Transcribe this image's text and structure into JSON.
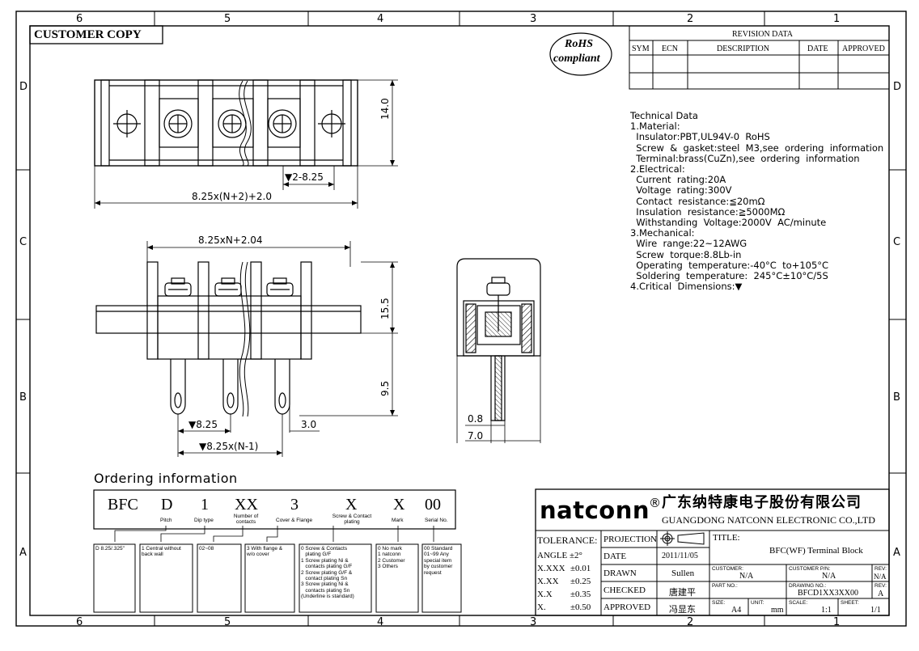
{
  "frame": {
    "zones_top": [
      "6",
      "5",
      "4",
      "3",
      "2",
      "1"
    ],
    "zones_bottom": [
      "6",
      "5",
      "4",
      "3",
      "2",
      "1"
    ],
    "rows_left": [
      "D",
      "C",
      "B",
      "A"
    ],
    "rows_right": [
      "D",
      "C",
      "B",
      "A"
    ]
  },
  "badge": {
    "customer_copy": "CUSTOMER COPY",
    "rohs_line1": "RoHS",
    "rohs_line2": "compliant"
  },
  "revision": {
    "title": "REVISION DATA",
    "headers": [
      "SYM",
      "ECN",
      "DESCRIPTION",
      "DATE",
      "APPROVED"
    ]
  },
  "tech_data": {
    "lines": [
      "Technical Data",
      "1.Material:",
      "  Insulator:PBT,UL94V-0  RoHS",
      "  Screw  &  gasket:steel  M3,see  ordering  information",
      "  Terminal:brass(CuZn),see  ordering  information",
      "2.Electrical:",
      "  Current  rating:20A",
      "  Voltage  rating:300V",
      "  Contact  resistance:≦20mΩ",
      "  Insulation  resistance:≧5000MΩ",
      "  Withstanding  Voltage:2000V  AC/minute",
      "3.Mechanical:",
      "  Wire  range:22~12AWG",
      "  Screw  torque:8.8Lb-in",
      "  Operating  temperature:-40°C  to+105°C",
      "  Soldering  temperature:  245°C±10°C/5S",
      "4.Critical  Dimensions:▼"
    ]
  },
  "dimensions": {
    "top_height": "14.0",
    "top_pitch": "▼2-8.25",
    "top_length": "8.25x(N+2)+2.0",
    "front_length": "8.25xN+2.04",
    "front_height": "15.5",
    "pin_length": "9.5",
    "pitch": "▼8.25",
    "pin_offset": "3.0",
    "span": "▼8.25x(N-1)",
    "pin_thick": "0.8",
    "side_width": "7.0"
  },
  "ordering": {
    "heading": "Ordering  information",
    "codes": [
      "BFC",
      "D",
      "1",
      "XX",
      "3",
      "X",
      "X",
      "00"
    ],
    "captions": [
      "",
      "Pitch",
      "Dip type",
      "Number of contacts",
      "Cover & Flange",
      "Screw & Contact plating",
      "Mark",
      "Serial No."
    ],
    "boxes": [
      "D 8.25/.325\"",
      "1 Central without\nback wall",
      "02~08",
      "3 With flange &\nw/o cover",
      "0 Screw & Contacts\n   plating G/F\n1 Screw plating Ni &\n   contacts plating G/F\n2 Screw plating G/F &\n   contact plating Sn\n3 Screw plating Ni &\n   contacts plating Sn\n(Underline is standard)",
      "0 No mark\n1 natconn\n2 Customer\n3 Others",
      "00 Standard\n01~99 Any\nspecial item\nby customer\nrequest"
    ]
  },
  "title_block": {
    "brand": "natconn",
    "reg": "®",
    "company_cn": "广东纳特康电子股份有限公司",
    "company_en": "GUANGDONG NATCONN ELECTRONIC CO.,LTD",
    "tolerance_label": "TOLERANCE:",
    "tolerances": [
      {
        "k": "ANGLE",
        "v": "±2°"
      },
      {
        "k": "X.XXX",
        "v": "±0.01"
      },
      {
        "k": "X.XX",
        "v": "±0.25"
      },
      {
        "k": "X.X",
        "v": "±0.35"
      },
      {
        "k": "X.",
        "v": "±0.50"
      }
    ],
    "projection_label": "PROJECTION",
    "date_label": "DATE",
    "date_value": "2011/11/05",
    "drawn_label": "DRAWN",
    "drawn_value": "Sullen",
    "checked_label": "CHECKED",
    "checked_value": "唐建平",
    "approved_label": "APPROVED",
    "approved_value": "冯显东",
    "title_label": "TITLE:",
    "title_value": "BFC(WF)  Terminal Block",
    "customer_label": "CUSTOMER:",
    "customer_value": "N/A",
    "customer_pn_label": "CUSTOMER P/N:",
    "customer_pn_value": "N/A",
    "rev_label": "REV:",
    "rev_value": "N/A",
    "part_no_label": "PART NO.:",
    "drawing_no_label": "DRAWING NO.:",
    "drawing_no_value": "BFCD1XX3XX00",
    "rev2_label": "REV:",
    "rev2_value": "A",
    "size_label": "SIZE:",
    "size_value": "A4",
    "unit_label": "UNIT:",
    "unit_value": "mm",
    "scale_label": "SCALE:",
    "scale_value": "1:1",
    "sheet_label": "SHEET:",
    "sheet_value": "1/1"
  }
}
